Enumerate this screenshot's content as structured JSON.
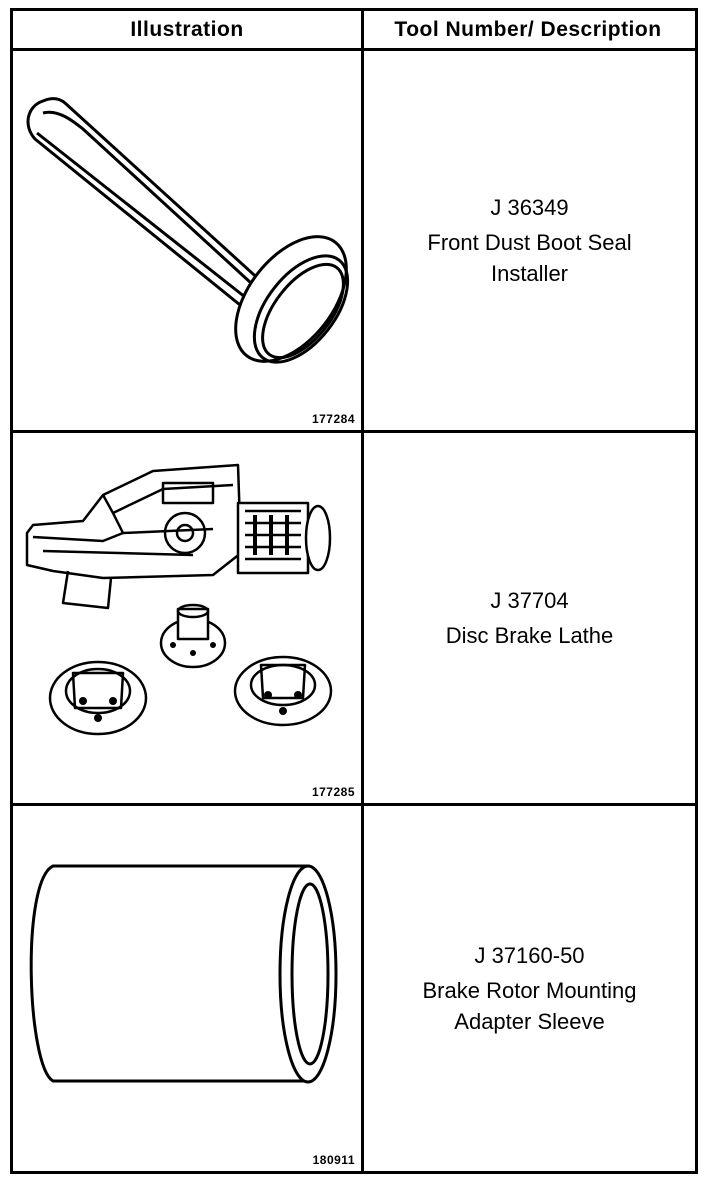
{
  "header": {
    "illustration": "Illustration",
    "tool": "Tool Number/ Description"
  },
  "rows": [
    {
      "tool_number": "J 36349",
      "description_line1": "Front Dust Boot Seal",
      "description_line2": "Installer",
      "figure_id": "177284",
      "icon": "seal-installer-icon"
    },
    {
      "tool_number": "J 37704",
      "description_line1": "Disc Brake Lathe",
      "description_line2": "",
      "figure_id": "177285",
      "icon": "brake-lathe-icon"
    },
    {
      "tool_number": "J 37160-50",
      "description_line1": "Brake Rotor Mounting",
      "description_line2": "Adapter Sleeve",
      "figure_id": "180911",
      "icon": "adapter-sleeve-icon"
    }
  ]
}
